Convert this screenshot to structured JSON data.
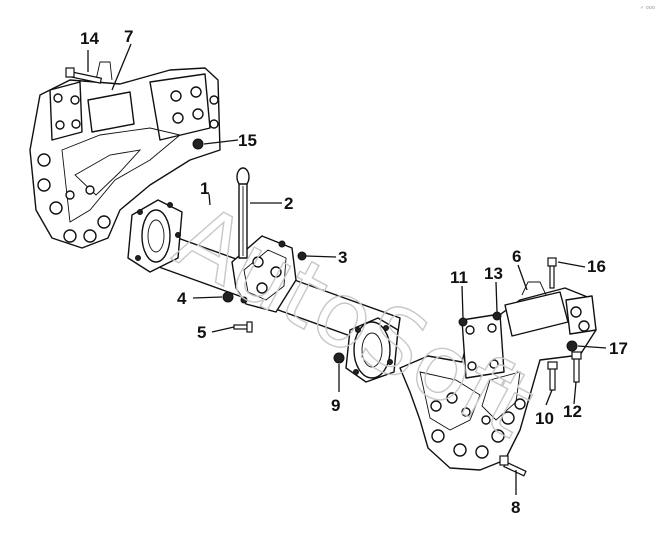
{
  "watermark": "AutoSoft",
  "corner_mark": "✓ ooo",
  "callouts": [
    {
      "id": "1",
      "text": "1"
    },
    {
      "id": "2",
      "text": "2"
    },
    {
      "id": "3",
      "text": "3"
    },
    {
      "id": "4",
      "text": "4"
    },
    {
      "id": "5",
      "text": "5"
    },
    {
      "id": "6",
      "text": "6"
    },
    {
      "id": "7",
      "text": "7"
    },
    {
      "id": "8",
      "text": "8"
    },
    {
      "id": "9",
      "text": "9"
    },
    {
      "id": "10",
      "text": "10"
    },
    {
      "id": "11",
      "text": "11"
    },
    {
      "id": "12",
      "text": "12"
    },
    {
      "id": "13",
      "text": "13"
    },
    {
      "id": "14",
      "text": "14"
    },
    {
      "id": "15",
      "text": "15"
    },
    {
      "id": "16",
      "text": "16"
    },
    {
      "id": "17",
      "text": "17"
    }
  ]
}
